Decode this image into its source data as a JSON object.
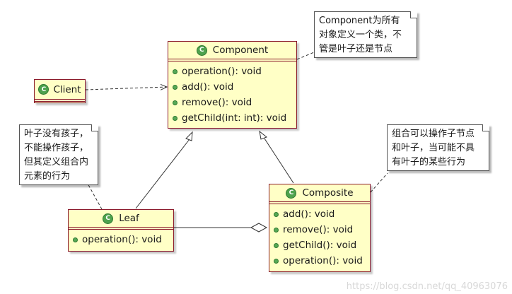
{
  "classes": {
    "component": {
      "name": "Component",
      "icon": "class-icon",
      "ops": [
        "operation(): void",
        "add(): void",
        "remove(): void",
        "getChild(int: int): void"
      ]
    },
    "client": {
      "name": "Client",
      "icon": "class-icon",
      "ops": []
    },
    "leaf": {
      "name": "Leaf",
      "icon": "class-icon",
      "ops": [
        "operation(): void"
      ]
    },
    "composite": {
      "name": "Composite",
      "icon": "class-icon",
      "ops": [
        "add(): void",
        "remove(): void",
        "getChild(): void",
        "operation(): void"
      ]
    }
  },
  "notes": {
    "component_note": "Component为所有\n对象定义一个类，不\n管是叶子还是节点",
    "leaf_note": "叶子没有孩子，\n不能操作孩子，\n但其定义组合内\n元素的行为",
    "composite_note": "组合可以操作子节点\n和叶子，当可能不具\n有叶子的某些行为"
  },
  "relationships": [
    {
      "from": "Client",
      "to": "Component",
      "kind": "dependency"
    },
    {
      "from": "Leaf",
      "to": "Component",
      "kind": "generalization"
    },
    {
      "from": "Composite",
      "to": "Component",
      "kind": "generalization"
    },
    {
      "from": "Composite",
      "to": "Leaf",
      "kind": "aggregation"
    }
  ],
  "watermark": "https://blog.csdn.net/qq_40963076",
  "colors": {
    "class_fill": "#ffffc6",
    "class_border": "#8b1a2b",
    "icon_green": "#4ea24e"
  }
}
